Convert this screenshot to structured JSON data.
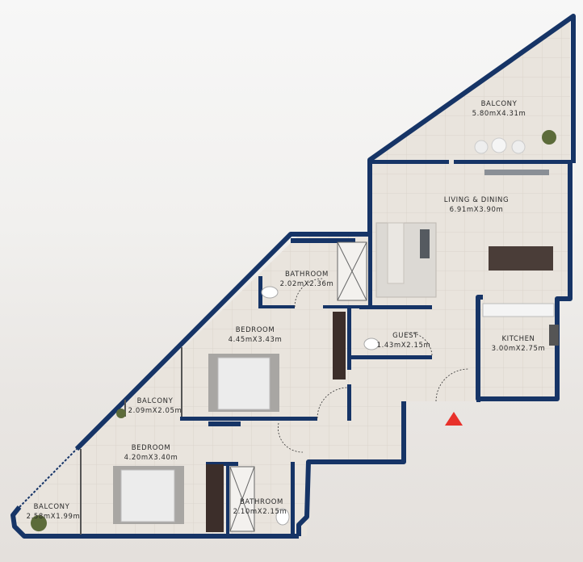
{
  "colors": {
    "wall": "#163466",
    "floor": "#e9e4dd",
    "entrance_marker": "#e8312b"
  },
  "rooms": [
    {
      "name": "BALCONY",
      "size": "5.80mX4.31m"
    },
    {
      "name": "LIVING & DINING",
      "size": "6.91mX3.90m"
    },
    {
      "name": "BATHROOM",
      "size": "2.02mX2.36m"
    },
    {
      "name": "GUEST",
      "size": "1.43mX2.15m"
    },
    {
      "name": "KITCHEN",
      "size": "3.00mX2.75m"
    },
    {
      "name": "BEDROOM",
      "size": "4.45mX3.43m"
    },
    {
      "name": "BALCONY",
      "size": "2.09mX2.05m"
    },
    {
      "name": "BEDROOM",
      "size": "4.20mX3.40m"
    },
    {
      "name": "BALCONY",
      "size": "2.58mX1.99m"
    },
    {
      "name": "BATHROOM",
      "size": "2.10mX2.15m"
    }
  ],
  "icons": {
    "entrance": "red-triangle-entrance-icon"
  }
}
